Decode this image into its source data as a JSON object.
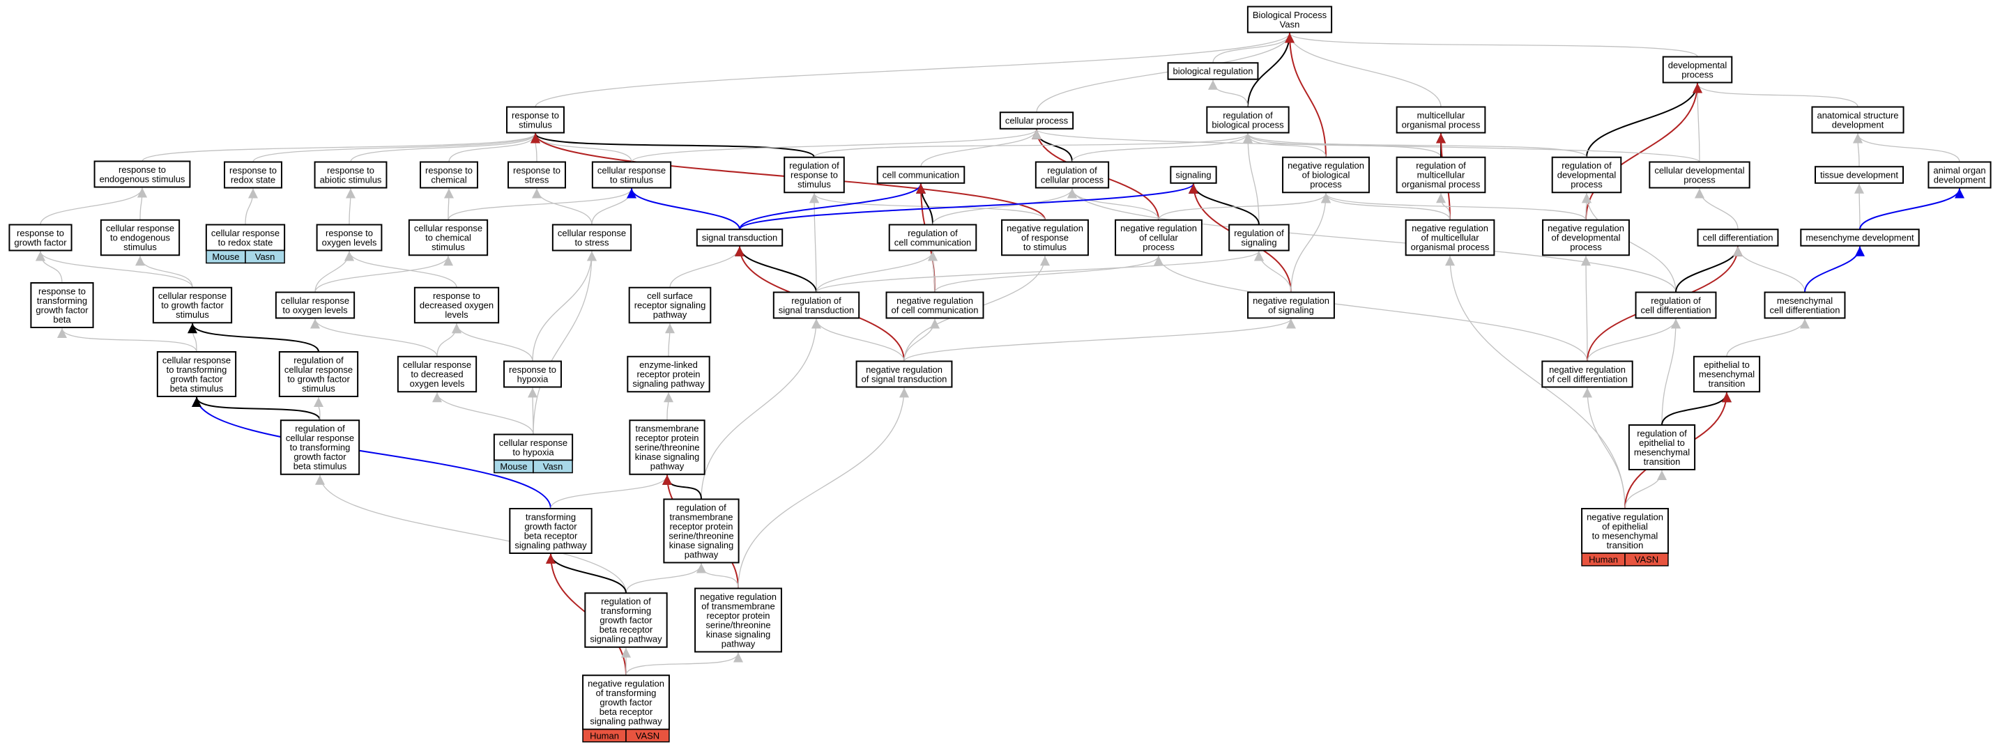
{
  "colors": {
    "edge_default": "#c0c0c0",
    "edge_black": "#000000",
    "edge_red": "#b22222",
    "edge_blue": "#0000ee",
    "badge_human": "#e8543f",
    "badge_mouse": "#a8d8e8"
  },
  "nodes": [
    {
      "id": "bp",
      "label": [
        "Biological Process",
        "Vasn"
      ]
    },
    {
      "id": "devproc",
      "label": [
        "developmental",
        "process"
      ]
    },
    {
      "id": "bioreg",
      "label": [
        "biological regulation"
      ]
    },
    {
      "id": "resp_stim",
      "label": [
        "response to",
        "stimulus"
      ]
    },
    {
      "id": "cell_proc",
      "label": [
        "cellular process"
      ]
    },
    {
      "id": "reg_bp",
      "label": [
        "regulation of",
        "biological process"
      ]
    },
    {
      "id": "multi_org",
      "label": [
        "multicellular",
        "organismal process"
      ]
    },
    {
      "id": "anat_dev",
      "label": [
        "anatomical structure",
        "development"
      ]
    },
    {
      "id": "resp_endo",
      "label": [
        "response to",
        "endogenous stimulus"
      ]
    },
    {
      "id": "resp_redox",
      "label": [
        "response to",
        "redox state"
      ]
    },
    {
      "id": "resp_abiotic",
      "label": [
        "response to",
        "abiotic stimulus"
      ]
    },
    {
      "id": "resp_chem",
      "label": [
        "response to",
        "chemical"
      ]
    },
    {
      "id": "resp_stress",
      "label": [
        "response to",
        "stress"
      ]
    },
    {
      "id": "cell_resp_stim",
      "label": [
        "cellular response",
        "to stimulus"
      ]
    },
    {
      "id": "reg_resp_stim",
      "label": [
        "regulation of",
        "response to",
        "stimulus"
      ]
    },
    {
      "id": "cell_comm",
      "label": [
        "cell communication"
      ]
    },
    {
      "id": "reg_cell_proc",
      "label": [
        "regulation of",
        "cellular process"
      ]
    },
    {
      "id": "signaling",
      "label": [
        "signaling"
      ]
    },
    {
      "id": "neg_reg_bp",
      "label": [
        "negative regulation",
        "of biological",
        "process"
      ]
    },
    {
      "id": "reg_multi",
      "label": [
        "regulation of",
        "multicellular",
        "organismal process"
      ]
    },
    {
      "id": "reg_dev",
      "label": [
        "regulation of",
        "developmental",
        "process"
      ]
    },
    {
      "id": "cell_dev",
      "label": [
        "cellular developmental",
        "process"
      ]
    },
    {
      "id": "tissue_dev",
      "label": [
        "tissue development"
      ]
    },
    {
      "id": "organ_dev",
      "label": [
        "animal organ",
        "development"
      ]
    },
    {
      "id": "resp_gf",
      "label": [
        "response to",
        "growth factor"
      ]
    },
    {
      "id": "cell_resp_endo",
      "label": [
        "cellular response",
        "to endogenous",
        "stimulus"
      ]
    },
    {
      "id": "cell_resp_redox",
      "label": [
        "cellular response",
        "to redox state"
      ],
      "badge": [
        "Mouse",
        "Vasn"
      ],
      "badge_color": "mouse"
    },
    {
      "id": "resp_o2",
      "label": [
        "response to",
        "oxygen levels"
      ]
    },
    {
      "id": "cell_resp_chem",
      "label": [
        "cellular response",
        "to chemical",
        "stimulus"
      ]
    },
    {
      "id": "cell_resp_stress",
      "label": [
        "cellular response",
        "to stress"
      ]
    },
    {
      "id": "sig_trans",
      "label": [
        "signal transduction"
      ]
    },
    {
      "id": "reg_cell_comm",
      "label": [
        "regulation of",
        "cell communication"
      ]
    },
    {
      "id": "neg_reg_resp",
      "label": [
        "negative regulation",
        "of response",
        "to stimulus"
      ]
    },
    {
      "id": "neg_reg_cp",
      "label": [
        "negative regulation",
        "of cellular",
        "process"
      ]
    },
    {
      "id": "reg_sig",
      "label": [
        "regulation of",
        "signaling"
      ]
    },
    {
      "id": "neg_reg_multi",
      "label": [
        "negative regulation",
        "of multicellular",
        "organismal process"
      ]
    },
    {
      "id": "neg_reg_dev",
      "label": [
        "negative regulation",
        "of developmental",
        "process"
      ]
    },
    {
      "id": "cell_diff",
      "label": [
        "cell differentiation"
      ]
    },
    {
      "id": "mes_dev",
      "label": [
        "mesenchyme development"
      ]
    },
    {
      "id": "resp_tgfb",
      "label": [
        "response to",
        "transforming",
        "growth factor",
        "beta"
      ]
    },
    {
      "id": "cell_resp_gf",
      "label": [
        "cellular response",
        "to growth factor",
        "stimulus"
      ]
    },
    {
      "id": "cell_resp_o2",
      "label": [
        "cellular response",
        "to oxygen levels"
      ]
    },
    {
      "id": "resp_dec_o2",
      "label": [
        "response to",
        "decreased oxygen",
        "levels"
      ]
    },
    {
      "id": "cs_rec",
      "label": [
        "cell surface",
        "receptor signaling",
        "pathway"
      ]
    },
    {
      "id": "reg_sig_trans",
      "label": [
        "regulation of",
        "signal transduction"
      ]
    },
    {
      "id": "neg_reg_cc",
      "label": [
        "negative regulation",
        "of cell communication"
      ]
    },
    {
      "id": "neg_reg_sig",
      "label": [
        "negative regulation",
        "of signaling"
      ]
    },
    {
      "id": "reg_cell_diff",
      "label": [
        "regulation of",
        "cell differentiation"
      ]
    },
    {
      "id": "mes_cell_diff",
      "label": [
        "mesenchymal",
        "cell differentiation"
      ]
    },
    {
      "id": "cell_resp_tgfb",
      "label": [
        "cellular response",
        "to transforming",
        "growth factor",
        "beta stimulus"
      ]
    },
    {
      "id": "reg_cell_resp_gf",
      "label": [
        "regulation of",
        "cellular response",
        "to growth factor",
        "stimulus"
      ]
    },
    {
      "id": "cell_resp_dec_o2",
      "label": [
        "cellular response",
        "to decreased",
        "oxygen levels"
      ]
    },
    {
      "id": "resp_hyp",
      "label": [
        "response to",
        "hypoxia"
      ]
    },
    {
      "id": "enz_rec",
      "label": [
        "enzyme-linked",
        "receptor protein",
        "signaling pathway"
      ]
    },
    {
      "id": "neg_reg_sig_trans",
      "label": [
        "negative regulation",
        "of signal transduction"
      ]
    },
    {
      "id": "neg_reg_cell_diff",
      "label": [
        "negative regulation",
        "of cell differentiation"
      ]
    },
    {
      "id": "emt",
      "label": [
        "epithelial to",
        "mesenchymal",
        "transition"
      ]
    },
    {
      "id": "reg_cell_resp_tgfb",
      "label": [
        "regulation of",
        "cellular response",
        "to transforming",
        "growth factor",
        "beta stimulus"
      ]
    },
    {
      "id": "cell_resp_hyp",
      "label": [
        "cellular response",
        "to hypoxia"
      ],
      "badge": [
        "Mouse",
        "Vasn"
      ],
      "badge_color": "mouse"
    },
    {
      "id": "tm_rec",
      "label": [
        "transmembrane",
        "receptor protein",
        "serine/threonine",
        "kinase signaling",
        "pathway"
      ]
    },
    {
      "id": "reg_emt",
      "label": [
        "regulation of",
        "epithelial to",
        "mesenchymal",
        "transition"
      ]
    },
    {
      "id": "reg_tm_rec",
      "label": [
        "regulation of",
        "transmembrane",
        "receptor protein",
        "serine/threonine",
        "kinase signaling",
        "pathway"
      ]
    },
    {
      "id": "tgfb_path",
      "label": [
        "transforming",
        "growth factor",
        "beta receptor",
        "signaling pathway"
      ]
    },
    {
      "id": "neg_reg_emt",
      "label": [
        "negative regulation",
        "of epithelial",
        "to mesenchymal",
        "transition"
      ],
      "badge": [
        "Human",
        "VASN"
      ],
      "badge_color": "human"
    },
    {
      "id": "reg_tgfb",
      "label": [
        "regulation of",
        "transforming",
        "growth factor",
        "beta receptor",
        "signaling pathway"
      ]
    },
    {
      "id": "neg_reg_tm_rec",
      "label": [
        "negative regulation",
        "of transmembrane",
        "receptor protein",
        "serine/threonine",
        "kinase signaling",
        "pathway"
      ]
    },
    {
      "id": "neg_reg_tgfb",
      "label": [
        "negative regulation",
        "of transforming",
        "growth factor",
        "beta receptor",
        "signaling pathway"
      ],
      "badge": [
        "Human",
        "VASN"
      ],
      "badge_color": "human"
    }
  ],
  "edges": [
    [
      "bioreg",
      "bp",
      "default"
    ],
    [
      "devproc",
      "bp",
      "default"
    ],
    [
      "resp_stim",
      "bp",
      "default"
    ],
    [
      "cell_proc",
      "bp",
      "default"
    ],
    [
      "reg_bp",
      "bp",
      "black"
    ],
    [
      "multi_org",
      "bp",
      "default"
    ],
    [
      "neg_reg_bp",
      "bp",
      "red"
    ],
    [
      "anat_dev",
      "devproc",
      "default"
    ],
    [
      "cell_dev",
      "devproc",
      "default"
    ],
    [
      "reg_dev",
      "devproc",
      "black"
    ],
    [
      "neg_reg_dev",
      "devproc",
      "red"
    ],
    [
      "reg_bp",
      "bioreg",
      "default"
    ],
    [
      "resp_endo",
      "resp_stim",
      "default"
    ],
    [
      "resp_redox",
      "resp_stim",
      "default"
    ],
    [
      "resp_abiotic",
      "resp_stim",
      "default"
    ],
    [
      "resp_chem",
      "resp_stim",
      "default"
    ],
    [
      "resp_stress",
      "resp_stim",
      "default"
    ],
    [
      "cell_resp_stim",
      "resp_stim",
      "default"
    ],
    [
      "reg_resp_stim",
      "resp_stim",
      "black"
    ],
    [
      "neg_reg_resp",
      "resp_stim",
      "red"
    ],
    [
      "cell_comm",
      "cell_proc",
      "default"
    ],
    [
      "reg_cell_proc",
      "cell_proc",
      "black"
    ],
    [
      "cell_resp_stim",
      "cell_proc",
      "default"
    ],
    [
      "neg_reg_cp",
      "cell_proc",
      "red"
    ],
    [
      "cell_dev",
      "cell_proc",
      "default"
    ],
    [
      "reg_resp_stim",
      "reg_bp",
      "default"
    ],
    [
      "reg_cell_proc",
      "reg_bp",
      "default"
    ],
    [
      "neg_reg_bp",
      "reg_bp",
      "default"
    ],
    [
      "reg_multi",
      "reg_bp",
      "default"
    ],
    [
      "reg_dev",
      "reg_bp",
      "default"
    ],
    [
      "reg_sig",
      "reg_bp",
      "default"
    ],
    [
      "reg_multi",
      "multi_org",
      "black"
    ],
    [
      "neg_reg_multi",
      "multi_org",
      "red"
    ],
    [
      "tissue_dev",
      "anat_dev",
      "default"
    ],
    [
      "organ_dev",
      "anat_dev",
      "default"
    ],
    [
      "resp_gf",
      "resp_endo",
      "default"
    ],
    [
      "cell_resp_endo",
      "resp_endo",
      "default"
    ],
    [
      "cell_resp_redox",
      "resp_redox",
      "default"
    ],
    [
      "resp_o2",
      "resp_abiotic",
      "default"
    ],
    [
      "cell_resp_chem",
      "resp_chem",
      "default"
    ],
    [
      "cell_resp_stress",
      "resp_stress",
      "default"
    ],
    [
      "cell_resp_chem",
      "cell_resp_stim",
      "default"
    ],
    [
      "cell_resp_stress",
      "cell_resp_stim",
      "default"
    ],
    [
      "sig_trans",
      "cell_resp_stim",
      "blue"
    ],
    [
      "neg_reg_resp",
      "reg_resp_stim",
      "default"
    ],
    [
      "reg_sig_trans",
      "reg_resp_stim",
      "default"
    ],
    [
      "sig_trans",
      "cell_comm",
      "blue"
    ],
    [
      "reg_cell_comm",
      "cell_comm",
      "black"
    ],
    [
      "neg_reg_cc",
      "cell_comm",
      "red"
    ],
    [
      "reg_cell_comm",
      "reg_cell_proc",
      "default"
    ],
    [
      "neg_reg_cp",
      "reg_cell_proc",
      "default"
    ],
    [
      "reg_cell_diff",
      "reg_cell_proc",
      "default"
    ],
    [
      "sig_trans",
      "signaling",
      "blue"
    ],
    [
      "reg_sig",
      "signaling",
      "black"
    ],
    [
      "neg_reg_sig",
      "signaling",
      "red"
    ],
    [
      "neg_reg_cp",
      "neg_reg_bp",
      "default"
    ],
    [
      "neg_reg_sig",
      "neg_reg_bp",
      "default"
    ],
    [
      "neg_reg_multi",
      "neg_reg_bp",
      "default"
    ],
    [
      "neg_reg_dev",
      "neg_reg_bp",
      "default"
    ],
    [
      "neg_reg_multi",
      "reg_multi",
      "default"
    ],
    [
      "neg_reg_dev",
      "reg_dev",
      "default"
    ],
    [
      "reg_cell_diff",
      "reg_dev",
      "default"
    ],
    [
      "cell_diff",
      "cell_dev",
      "default"
    ],
    [
      "mes_dev",
      "tissue_dev",
      "default"
    ],
    [
      "mes_dev",
      "organ_dev",
      "blue"
    ],
    [
      "resp_tgfb",
      "resp_gf",
      "default"
    ],
    [
      "cell_resp_gf",
      "resp_gf",
      "default"
    ],
    [
      "cell_resp_gf",
      "cell_resp_endo",
      "default"
    ],
    [
      "cell_resp_o2",
      "resp_o2",
      "default"
    ],
    [
      "resp_dec_o2",
      "resp_o2",
      "default"
    ],
    [
      "cell_resp_o2",
      "cell_resp_chem",
      "default"
    ],
    [
      "resp_hyp",
      "cell_resp_stress",
      "default"
    ],
    [
      "cell_resp_hyp",
      "cell_resp_stress",
      "default"
    ],
    [
      "cs_rec",
      "sig_trans",
      "default"
    ],
    [
      "reg_sig_trans",
      "sig_trans",
      "black"
    ],
    [
      "neg_reg_sig_trans",
      "sig_trans",
      "red"
    ],
    [
      "reg_sig_trans",
      "reg_cell_comm",
      "default"
    ],
    [
      "neg_reg_cc",
      "reg_cell_comm",
      "default"
    ],
    [
      "neg_reg_sig_trans",
      "neg_reg_resp",
      "default"
    ],
    [
      "neg_reg_cc",
      "neg_reg_cp",
      "default"
    ],
    [
      "neg_reg_cell_diff",
      "neg_reg_cp",
      "default"
    ],
    [
      "reg_sig_trans",
      "reg_sig",
      "default"
    ],
    [
      "neg_reg_sig",
      "reg_sig",
      "default"
    ],
    [
      "neg_reg_sig_trans",
      "neg_reg_sig",
      "default"
    ],
    [
      "neg_reg_emt",
      "neg_reg_multi",
      "default"
    ],
    [
      "neg_reg_cell_diff",
      "neg_reg_dev",
      "default"
    ],
    [
      "reg_cell_diff",
      "cell_diff",
      "black"
    ],
    [
      "neg_reg_cell_diff",
      "cell_diff",
      "red"
    ],
    [
      "mes_cell_diff",
      "cell_diff",
      "default"
    ],
    [
      "mes_cell_diff",
      "mes_dev",
      "blue"
    ],
    [
      "cell_resp_tgfb",
      "resp_tgfb",
      "default"
    ],
    [
      "cell_resp_tgfb",
      "cell_resp_gf",
      "default"
    ],
    [
      "reg_cell_resp_gf",
      "cell_resp_gf",
      "black"
    ],
    [
      "cell_resp_dec_o2",
      "cell_resp_o2",
      "default"
    ],
    [
      "cell_resp_dec_o2",
      "resp_dec_o2",
      "default"
    ],
    [
      "resp_hyp",
      "resp_dec_o2",
      "default"
    ],
    [
      "enz_rec",
      "cs_rec",
      "default"
    ],
    [
      "reg_tm_rec",
      "reg_sig_trans",
      "default"
    ],
    [
      "neg_reg_sig_trans",
      "reg_sig_trans",
      "default"
    ],
    [
      "neg_reg_sig_trans",
      "neg_reg_cc",
      "default"
    ],
    [
      "neg_reg_cell_diff",
      "reg_cell_diff",
      "default"
    ],
    [
      "reg_emt",
      "reg_cell_diff",
      "default"
    ],
    [
      "emt",
      "mes_cell_diff",
      "default"
    ],
    [
      "tgfb_path",
      "cell_resp_tgfb",
      "blue"
    ],
    [
      "reg_cell_resp_tgfb",
      "cell_resp_tgfb",
      "black"
    ],
    [
      "reg_cell_resp_tgfb",
      "reg_cell_resp_gf",
      "default"
    ],
    [
      "cell_resp_hyp",
      "cell_resp_dec_o2",
      "default"
    ],
    [
      "cell_resp_hyp",
      "resp_hyp",
      "default"
    ],
    [
      "tm_rec",
      "enz_rec",
      "default"
    ],
    [
      "neg_reg_emt",
      "neg_reg_cell_diff",
      "default"
    ],
    [
      "reg_emt",
      "emt",
      "black"
    ],
    [
      "neg_reg_emt",
      "emt",
      "red"
    ],
    [
      "reg_tgfb",
      "reg_cell_resp_tgfb",
      "default"
    ],
    [
      "tgfb_path",
      "tm_rec",
      "default"
    ],
    [
      "reg_tm_rec",
      "tm_rec",
      "black"
    ],
    [
      "neg_reg_tm_rec",
      "tm_rec",
      "red"
    ],
    [
      "neg_reg_emt",
      "reg_emt",
      "default"
    ],
    [
      "reg_tgfb",
      "reg_tm_rec",
      "default"
    ],
    [
      "neg_reg_tm_rec",
      "reg_tm_rec",
      "default"
    ],
    [
      "neg_reg_tm_rec",
      "neg_reg_sig_trans",
      "default"
    ],
    [
      "reg_tgfb",
      "tgfb_path",
      "black"
    ],
    [
      "neg_reg_tgfb",
      "tgfb_path",
      "red"
    ],
    [
      "neg_reg_tgfb",
      "reg_tgfb",
      "default"
    ],
    [
      "neg_reg_tgfb",
      "neg_reg_tm_rec",
      "default"
    ]
  ]
}
